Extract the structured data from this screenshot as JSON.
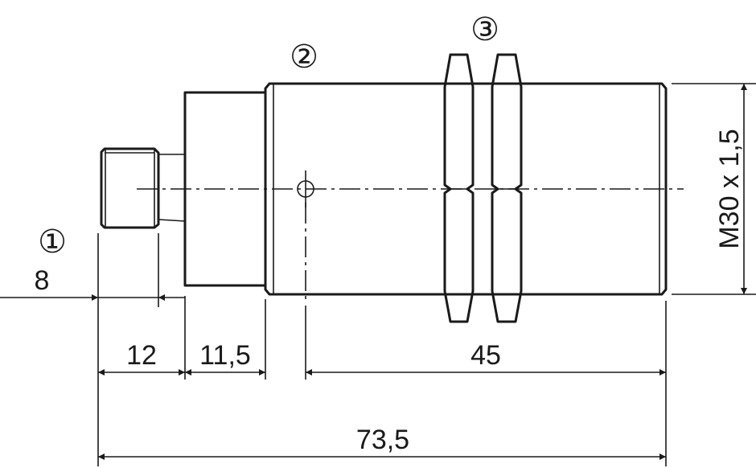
{
  "callouts": {
    "c1": "①",
    "c2": "②",
    "c3": "③"
  },
  "dimensions": {
    "d8": "8",
    "d12": "12",
    "d11_5": "11,5",
    "d45": "45",
    "d73_5": "73,5",
    "thread": "M30 x 1,5"
  },
  "colors": {
    "line": "#1a1a1a",
    "background": "#ffffff"
  }
}
